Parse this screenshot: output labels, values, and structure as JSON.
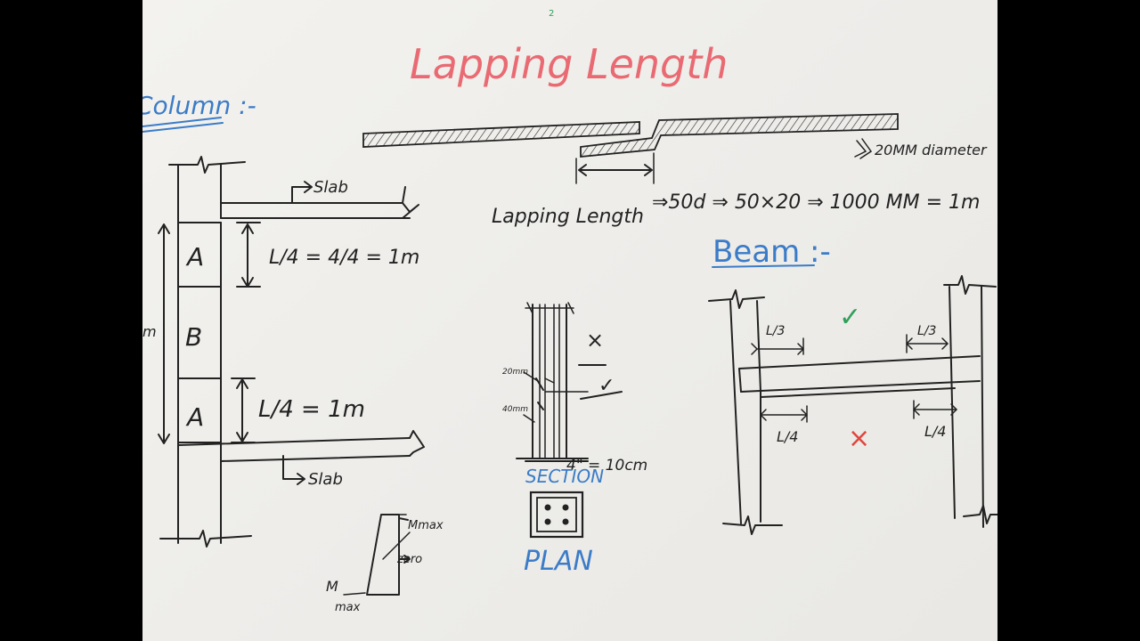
{
  "board": {
    "top_mark": "2",
    "title": "Lapping Length",
    "column_heading": "Column :-",
    "beam_heading": "Beam :-",
    "bar_note": "20MM diameter",
    "formula": {
      "label": "Lapping Length",
      "expr": "⇒50d ⇒ 50×20 ⇒ 1000 MM   = 1m"
    },
    "column": {
      "slab_top": "Slab",
      "slab_bottom": "Slab",
      "zone_a_top": "A",
      "zone_b": "B",
      "zone_a_bottom": "A",
      "dim_top": "L/4 = 4/4 = 1m",
      "dim_bottom": "L/4 = 1m",
      "total_label": "m"
    },
    "moment": {
      "mmax_top": "Mmax",
      "zero": "zero",
      "mmax_bottom_m": "M",
      "mmax_bottom_sub": "max"
    },
    "section": {
      "dim_20": "20mm",
      "dim_40": "40mm",
      "cross": "×",
      "tick": "✓",
      "cover": "4\" = 10cm",
      "label": "SECTION",
      "plan_label": "PLAN"
    },
    "beam": {
      "l3_left": "L/3",
      "l3_right": "L/3",
      "l4_left": "L/4",
      "l4_right": "L/4",
      "tick": "✓",
      "cross": "×"
    },
    "colors": {
      "title": "#e96a72",
      "heading_blue": "#3b7cc8",
      "tick_green": "#2fa05a",
      "cross_red": "#e0463f"
    }
  }
}
